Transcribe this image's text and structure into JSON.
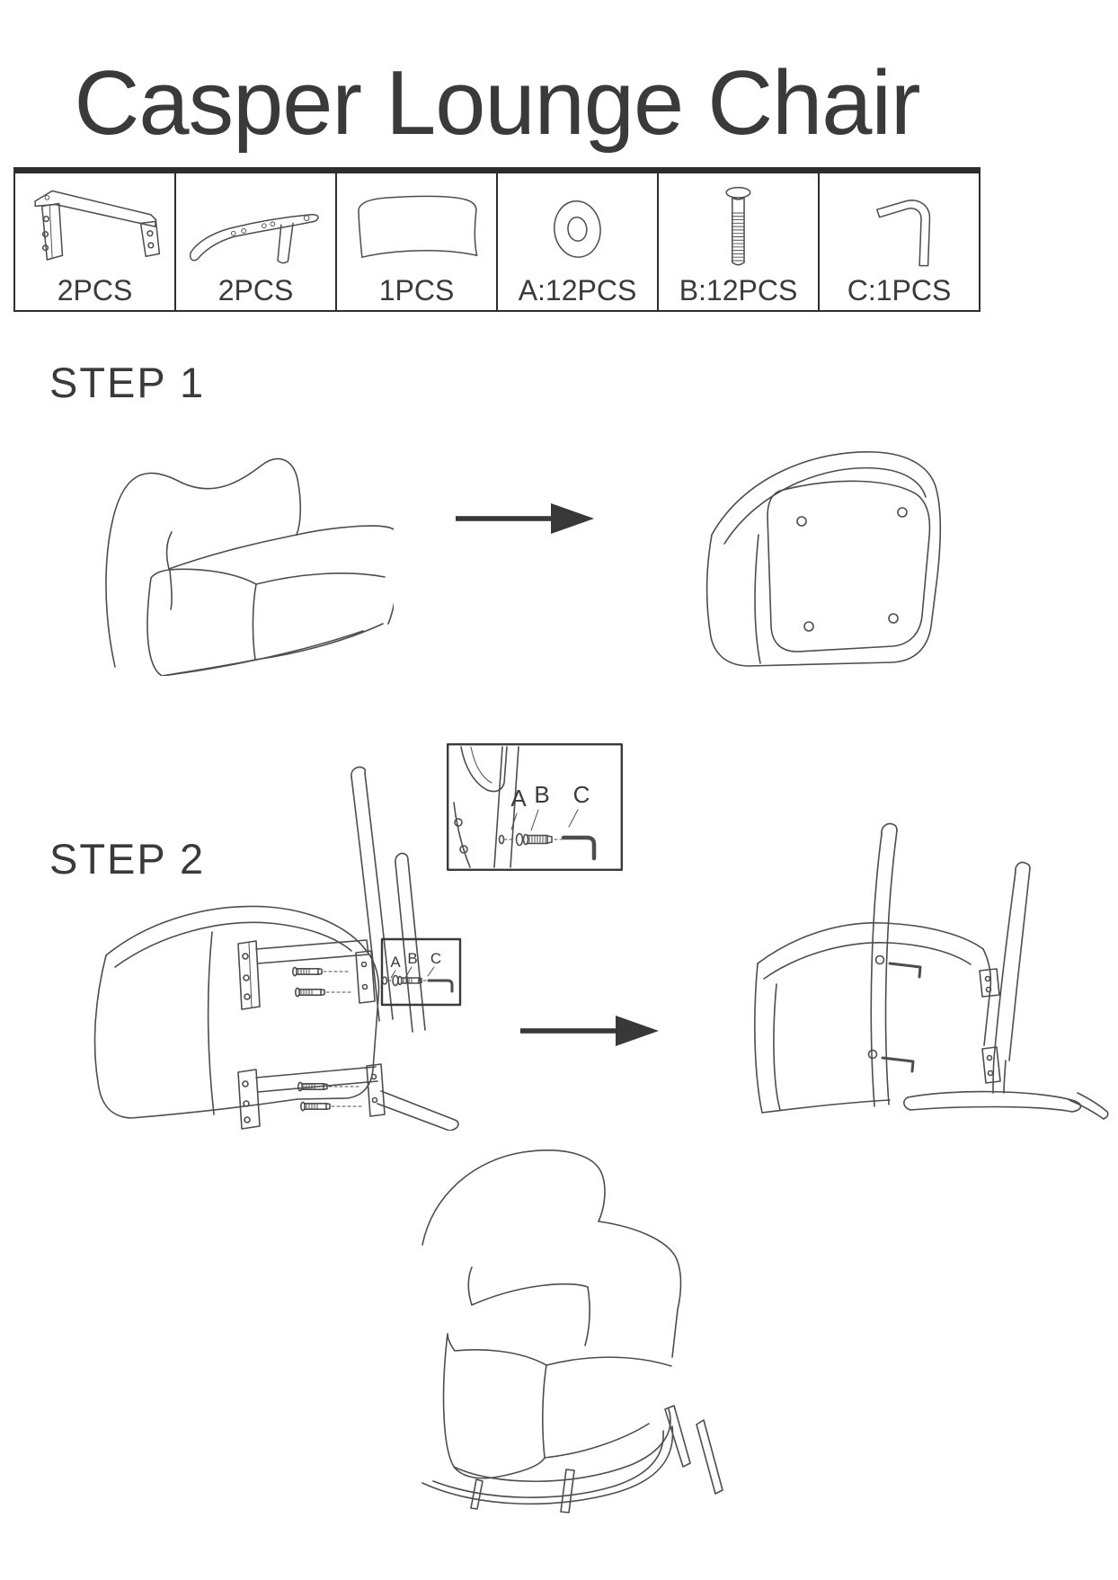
{
  "title": "Casper Lounge Chair",
  "parts": {
    "items": [
      {
        "icon": "leg-frame-front-icon",
        "qty": "2PCS"
      },
      {
        "icon": "leg-frame-side-icon",
        "qty": "2PCS"
      },
      {
        "icon": "cushion-icon",
        "qty": "1PCS"
      },
      {
        "icon": "washer-icon",
        "qty": "A:12PCS"
      },
      {
        "icon": "bolt-icon",
        "qty": "B:12PCS"
      },
      {
        "icon": "allen-key-icon",
        "qty": "C:1PCS"
      }
    ]
  },
  "steps": {
    "step1": {
      "label": "STEP 1"
    },
    "step2": {
      "label": "STEP 2"
    }
  },
  "hardware": {
    "a": "A",
    "b": "B",
    "c": "C"
  },
  "colors": {
    "line": "#4d4d4d",
    "text": "#3a3a3a",
    "table_border": "#2e2e2e",
    "arrow": "#383838",
    "background": "#ffffff"
  }
}
